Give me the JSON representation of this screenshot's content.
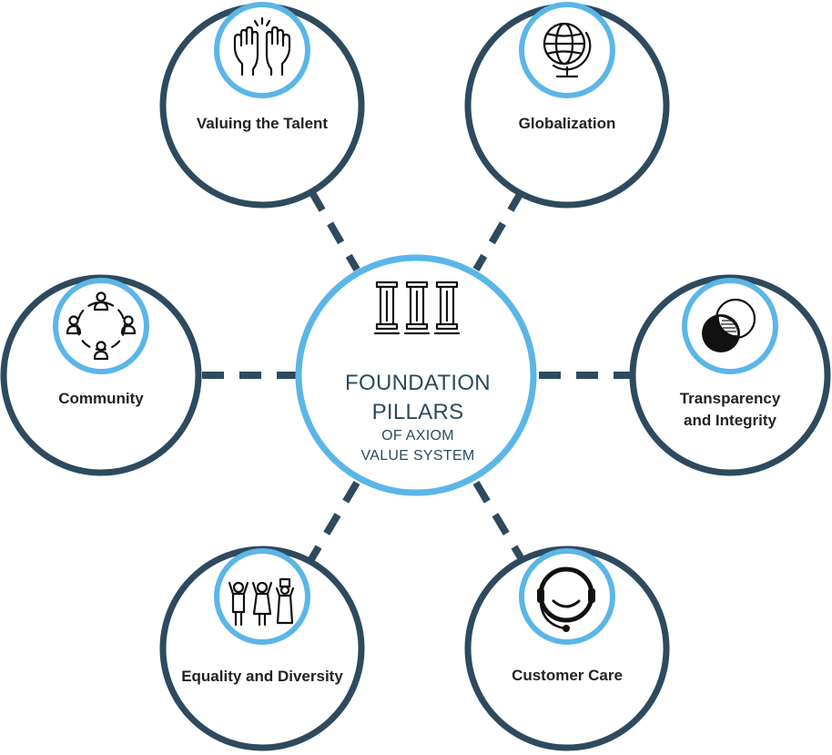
{
  "colors": {
    "outer_ring": "#2e4a5e",
    "inner_ring": "#5bb6e8",
    "icon": "#111111",
    "text": "#222222"
  },
  "center": {
    "title_line1": "FOUNDATION",
    "title_line2": "PILLARS",
    "subtitle_line1": "OF AXIOM",
    "subtitle_line2": "VALUE SYSTEM",
    "icon": "pillars-icon"
  },
  "nodes": [
    {
      "id": "valuing",
      "lines": [
        "Valuing the Talent"
      ],
      "icon": "raised-hands-icon"
    },
    {
      "id": "globalization",
      "lines": [
        "Globalization"
      ],
      "icon": "globe-icon"
    },
    {
      "id": "community",
      "lines": [
        "Community"
      ],
      "icon": "people-circle-icon"
    },
    {
      "id": "transparency",
      "lines": [
        "Transparency",
        "and Integrity"
      ],
      "icon": "overlapping-circles-icon"
    },
    {
      "id": "equality",
      "lines": [
        "Equality and Diversity"
      ],
      "icon": "diverse-people-icon"
    },
    {
      "id": "customer",
      "lines": [
        "Customer Care"
      ],
      "icon": "headset-icon"
    }
  ]
}
